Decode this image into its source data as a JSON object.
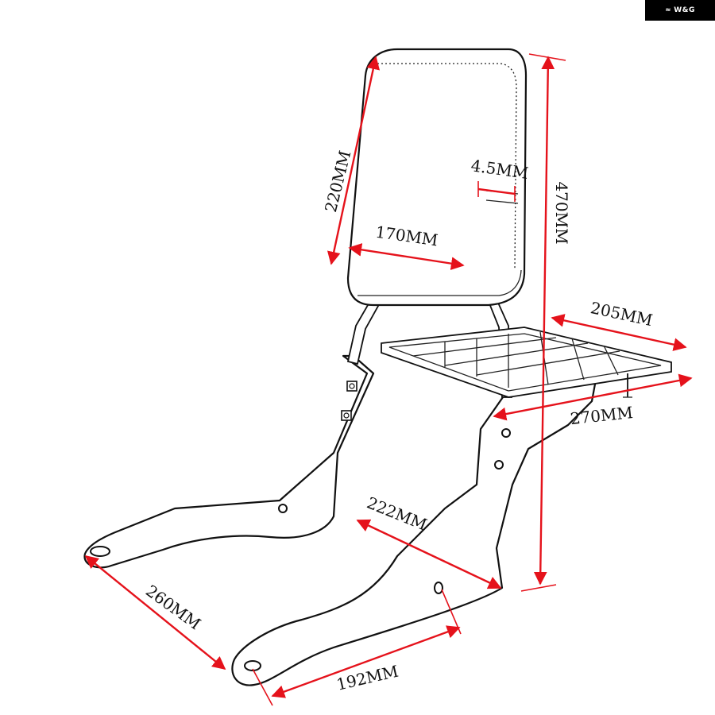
{
  "brand": {
    "logo_text": "W&G",
    "logo_icon": "wave-icon"
  },
  "colors": {
    "dimension": "#e5121b",
    "outline": "#111111",
    "background": "#ffffff",
    "badge": "#000000"
  },
  "dimensions": {
    "pad_height": "220MM",
    "pad_thickness": "4.5MM",
    "pad_width": "170MM",
    "overall_height": "470MM",
    "rack_width": "205MM",
    "rack_length": "270MM",
    "mount_spacing": "222MM",
    "arm_length": "260MM",
    "arm_spacing": "192MM"
  }
}
